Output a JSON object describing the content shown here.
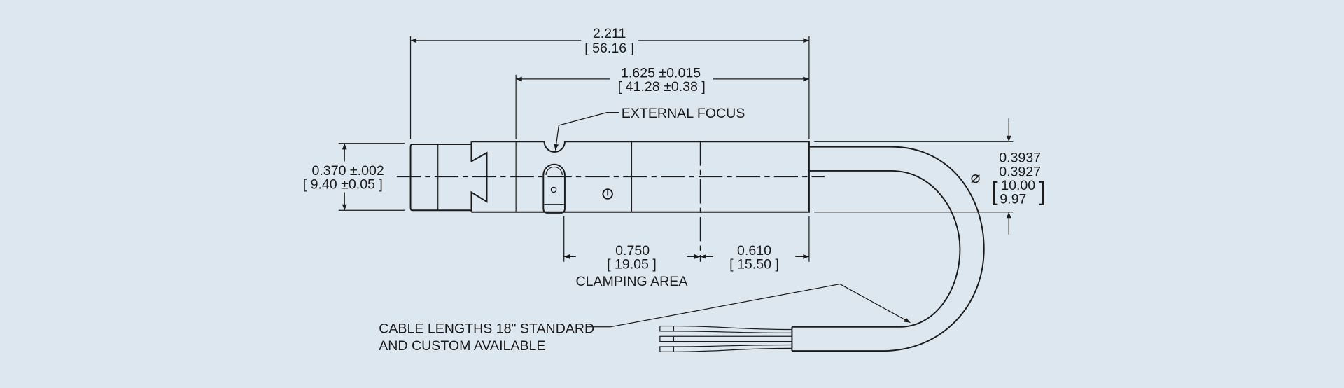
{
  "drawing": {
    "overall_length": {
      "inch": "2.211",
      "mm": "[ 56.16 ]"
    },
    "body_length": {
      "inch": "1.625 ±0.015",
      "mm": "[ 41.28 ±0.38 ]"
    },
    "external_focus_label": "EXTERNAL FOCUS",
    "cap_diameter": {
      "inch": "0.370 ±.002",
      "mm": "[ 9.40 ±0.05 ]"
    },
    "body_diameter": {
      "symbol": "⌀",
      "inch_max": "0.3937",
      "inch_min": "0.3927",
      "mm_max": "10.00",
      "mm_min": "9.97",
      "bracket_open": "[",
      "bracket_close": "]"
    },
    "clamping": {
      "inch": "0.750",
      "mm": "[ 19.05 ]",
      "label": "CLAMPING AREA"
    },
    "end_section": {
      "inch": "0.610",
      "mm": "[ 15.50 ]"
    },
    "cable_note": {
      "line1": "CABLE LENGTHS 18\" STANDARD",
      "line2": "AND CUSTOM AVAILABLE"
    }
  },
  "colors": {
    "background": "#dde7f0",
    "line": "#1c1c1c"
  }
}
